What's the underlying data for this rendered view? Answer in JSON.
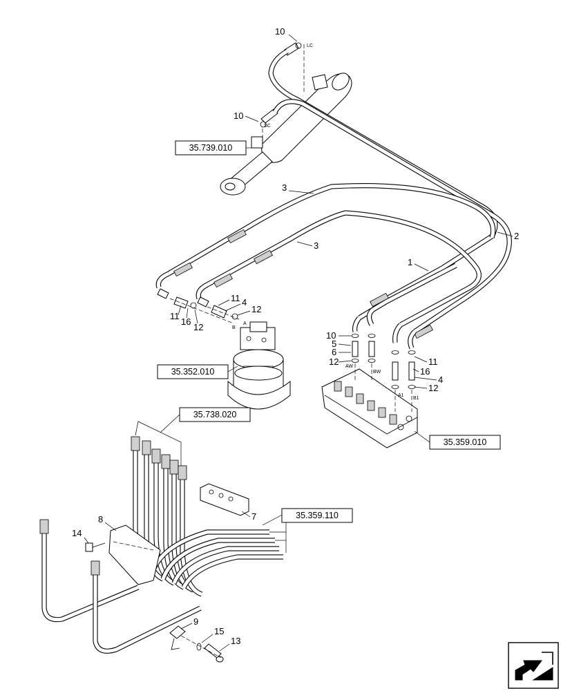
{
  "callouts": {
    "c10a": "10",
    "c10b": "10",
    "c3a": "3",
    "c3b": "3",
    "c2": "2",
    "c1": "1",
    "c11a": "11",
    "c16a": "16",
    "c12a": "12",
    "c11b": "11",
    "c4a": "4",
    "c12b": "12",
    "c10c": "10",
    "c5": "5",
    "c6": "6",
    "c12c": "12",
    "c11c": "11",
    "c16b": "16",
    "c4b": "4",
    "c12d": "12",
    "c7": "7",
    "c8": "8",
    "c14": "14",
    "c9": "9",
    "c15": "15",
    "c13": "13"
  },
  "port_labels": {
    "lc": "LC",
    "sc": "SC",
    "a": "A",
    "b": "B",
    "aw": "AW",
    "bw": "BW",
    "a1": "A1",
    "b1": "B1"
  },
  "references": {
    "boom_cylinder": "35.739.010",
    "swing_motor": "35.352.010",
    "hose_bundle_top": "35.738.020",
    "control_valve": "35.359.010",
    "hose_bundle_bottom": "35.359.110"
  },
  "nav_icon": "arrow-page-icon"
}
